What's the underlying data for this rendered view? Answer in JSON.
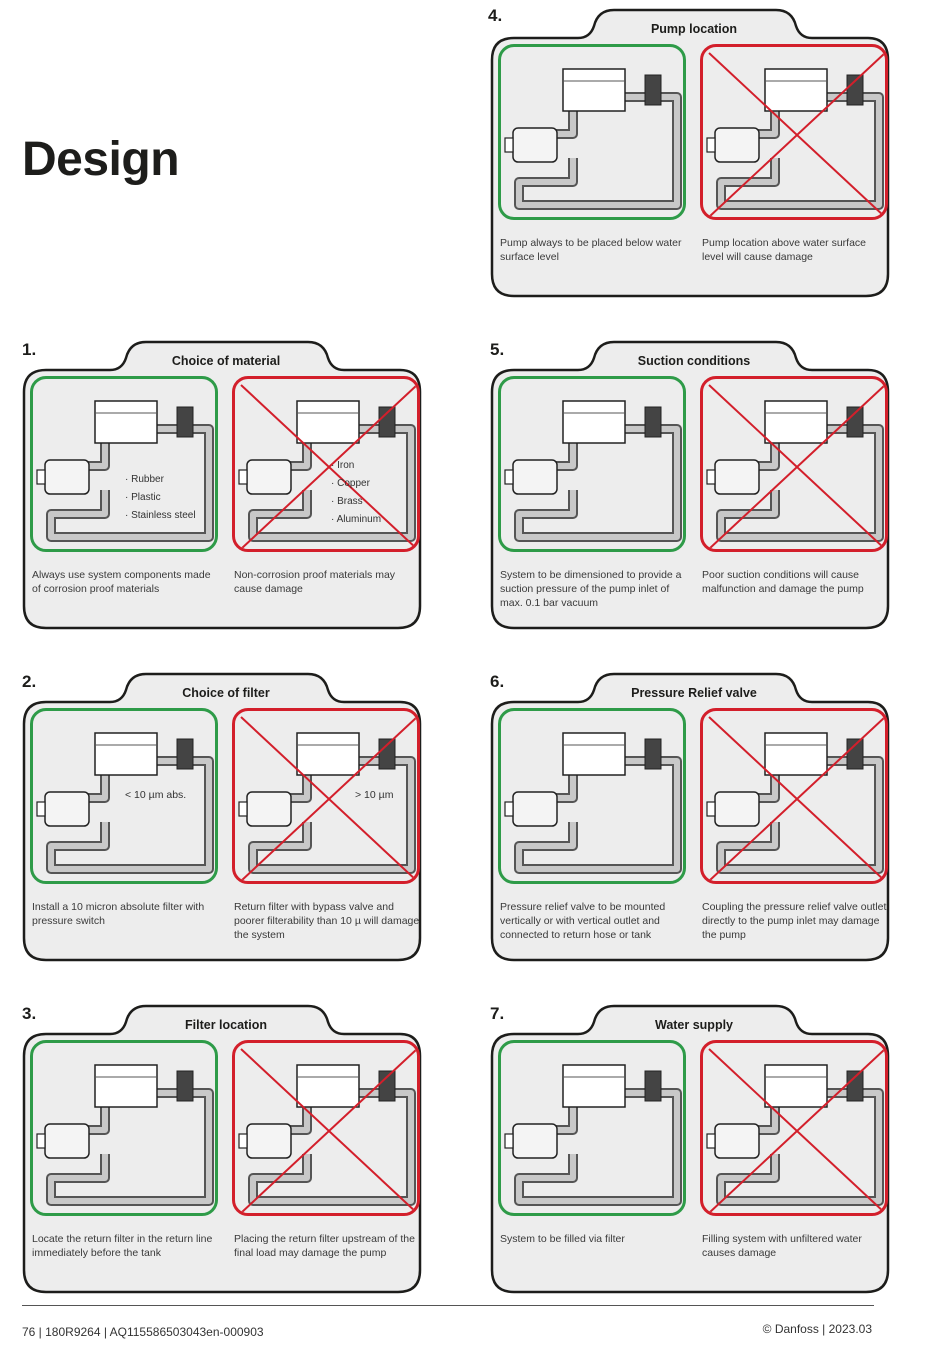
{
  "page": {
    "title": "Design"
  },
  "sections": [
    {
      "number": "4.",
      "title": "Pump location",
      "left_caption": "Pump always to be placed below water surface level",
      "right_caption": "Pump location above water surface level will cause damage"
    },
    {
      "number": "1.",
      "title": "Choice of material",
      "left_caption": "Always use system components made of corrosion proof materials",
      "right_caption": "Non-corrosion proof materials may cause damage",
      "good_materials": [
        "Rubber",
        "Plastic",
        "Stainless steel"
      ],
      "bad_materials": [
        "Iron",
        "Copper",
        "Brass",
        "Aluminum"
      ]
    },
    {
      "number": "5.",
      "title": "Suction conditions",
      "left_caption": "System to be dimensioned to provide a suction pressure of the pump inlet of max. 0.1 bar vacuum",
      "right_caption": "Poor suction conditions will cause malfunction and damage the pump"
    },
    {
      "number": "2.",
      "title": "Choice of filter",
      "left_caption": "Install a 10 micron absolute filter with pressure switch",
      "right_caption": "Return filter with bypass valve and poorer filterability than 10 µ will damage the system",
      "good_filter_label": "< 10 µm abs.",
      "bad_filter_label": "> 10 µm"
    },
    {
      "number": "6.",
      "title": "Pressure Relief valve",
      "left_caption": "Pressure relief valve to be mounted vertically or with vertical outlet and connected to return hose or tank",
      "right_caption": "Coupling the pressure relief valve outlet directly to the pump inlet may damage the pump"
    },
    {
      "number": "3.",
      "title": "Filter location",
      "left_caption": "Locate the return filter in the return line immediately before the tank",
      "right_caption": "Placing the return filter upstream of the final load may damage the pump"
    },
    {
      "number": "7.",
      "title": "Water supply",
      "left_caption": "System to be filled via filter",
      "right_caption": "Filling system with unfiltered water causes damage"
    }
  ],
  "footer": {
    "left": "76 | 180R9264 | AQ115586503043en-000903",
    "right": "© Danfoss | 2023.03"
  },
  "colors": {
    "good": "#2e9b48",
    "bad": "#d31f2b",
    "panel_bg": "#ededed",
    "pipe": "#555555"
  }
}
